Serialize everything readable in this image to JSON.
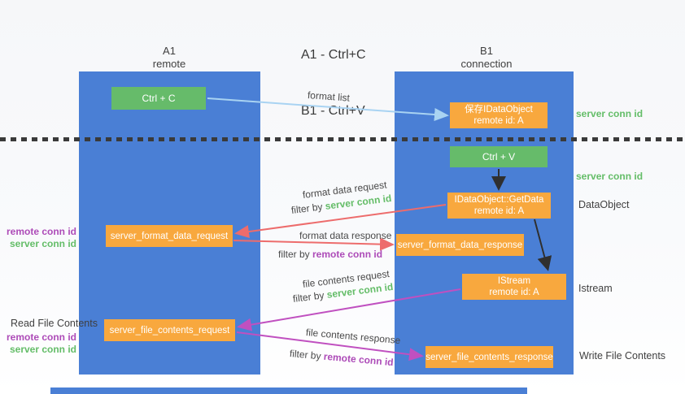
{
  "title": {
    "line1": "A1 - Ctrl+C",
    "line2": "B1 - Ctrl+V"
  },
  "columns": {
    "a1": {
      "name": "A1",
      "subtitle": "remote"
    },
    "b1": {
      "name": "B1",
      "subtitle": "connection"
    }
  },
  "nodes": {
    "ctrl_c": {
      "label": "Ctrl + C"
    },
    "save_idataobject": {
      "line1": "保存IDataObject",
      "line2": "remote id: A"
    },
    "ctrl_v": {
      "label": "Ctrl + V"
    },
    "getdata": {
      "line1": "IDataObject::GetData",
      "line2": "remote id: A"
    },
    "istream": {
      "line1": "IStream",
      "line2": "remote id: A"
    },
    "format_request": {
      "label": "server_format_data_request"
    },
    "format_response": {
      "label": "server_format_data_response"
    },
    "file_request": {
      "label": "server_file_contents_request"
    },
    "file_response": {
      "label": "server_file_contents_response"
    }
  },
  "edge_labels": {
    "format_list": "format list",
    "format_data_request": "format data request",
    "format_data_response": "format data response",
    "file_contents_request": "file contents request",
    "file_contents_response": "file contents response",
    "filter_by": "filter by ",
    "server_conn_id": "server conn id",
    "remote_conn_id": "remote conn id"
  },
  "side_labels": {
    "server_conn_id_top": "server conn id",
    "server_conn_id_mid": "server conn id",
    "dataobject": "DataObject",
    "istream": "Istream",
    "write_file_contents": "Write File Contents",
    "read_file_contents": "Read File Contents",
    "left_pair1": {
      "remote": "remote conn id",
      "server": "server conn id"
    },
    "left_pair2": {
      "remote": "remote conn id",
      "server": "server conn id"
    }
  },
  "colors": {
    "lane_blue": "#4a7fd5",
    "node_green": "#66bb6a",
    "node_orange": "#f8a83e",
    "arrow_light_blue": "#a9d3f2",
    "arrow_red": "#ed6c6c",
    "arrow_magenta": "#c050c0",
    "arrow_black": "#2f2f2f",
    "text_green": "#64bd68",
    "text_purple": "#ad4bb8"
  }
}
